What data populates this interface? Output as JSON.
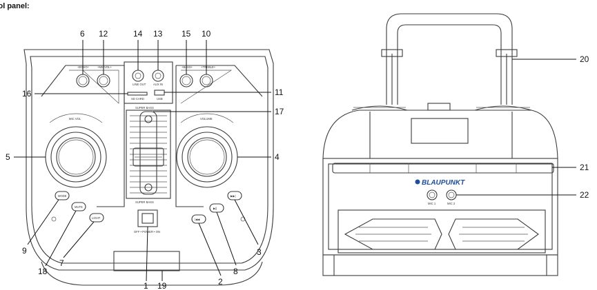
{
  "heading": "control panel:",
  "brand": {
    "name": "BLAUPUNKT",
    "color": "#1f4e9c"
  },
  "panel_labels": {
    "echo": "+ECHO+",
    "mic_volume": "+MICVOL+",
    "bass": "+BASS+",
    "treble": "+TREBLE+",
    "line_out": "LINE OUT",
    "aux_in": "AUX IN",
    "sd_card": "SD CARD",
    "usb": "USB",
    "super_bass_top": "SUPER BASS",
    "super_bass_bottom": "SUPER BASS",
    "mic_vol_arc": "MIC VOL",
    "volume_arc": "VOLUME",
    "power": "OFF • POWER • ON",
    "mode": "MODE",
    "mute": "MUTE",
    "light": "LIGHT",
    "prev": "|◀◀",
    "play": "▶||",
    "next": "▶▶|",
    "mic1": "MIC 1",
    "mic2": "MIC 2"
  },
  "callouts": [
    "1",
    "2",
    "3",
    "4",
    "5",
    "6",
    "7",
    "8",
    "9",
    "10",
    "11",
    "12",
    "13",
    "14",
    "15",
    "16",
    "17",
    "18",
    "19",
    "20",
    "21",
    "22"
  ]
}
